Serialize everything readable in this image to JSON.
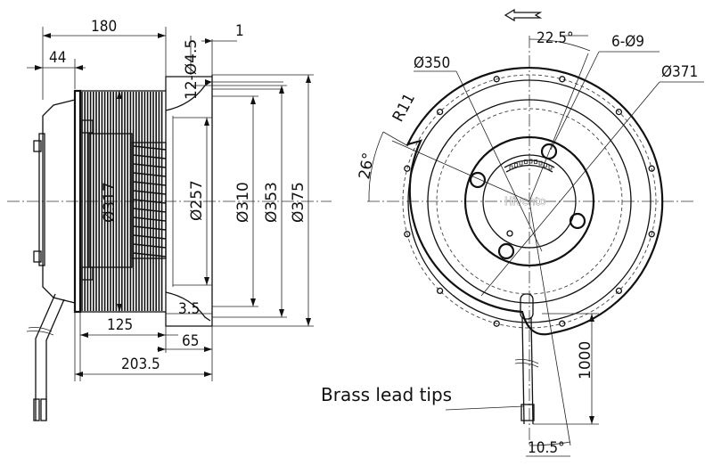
{
  "side_view": {
    "dims": {
      "overall_depth": "180",
      "flange_depth": "44",
      "lip": "1",
      "mount_holes": "12-Ø4.5",
      "d_317": "Ø317",
      "d_257": "Ø257",
      "d_310": "Ø310",
      "d_353": "Ø353",
      "d_375": "Ø375",
      "impeller_depth": "125",
      "inlet_gap": "3.5",
      "inlet_depth": "65",
      "total_depth": "203.5"
    }
  },
  "front_view": {
    "dims": {
      "d_350": "Ø350",
      "holes_6": "6-Ø9",
      "d_371": "Ø371",
      "radius_11": "R11",
      "angle_22_5": "22.5°",
      "angle_26": "26°",
      "cable_length": "1000",
      "angle_10_5": "10.5°"
    },
    "brand": "Hivento",
    "rotation_arrow": "rotation-arrow"
  },
  "callouts": {
    "brass_lead_tips": "Brass lead tips"
  }
}
